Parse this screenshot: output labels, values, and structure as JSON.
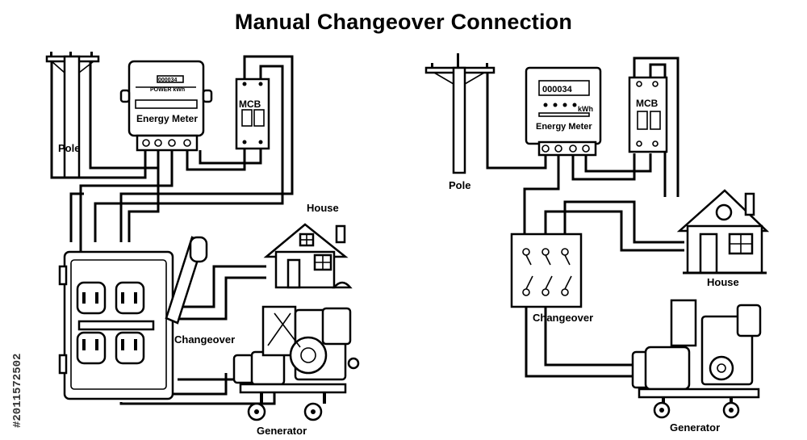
{
  "title": "Manual Changeover Connection",
  "watermark_id": "#2011572502",
  "left_diagram": {
    "pole_label": "Pole",
    "meter_label": "Energy Meter",
    "meter_reading": "000034",
    "meter_power_text": "POWER  kWh",
    "mcb_label": "MCB",
    "house_label": "House",
    "changeover_label": "Changeover",
    "generator_label": "Generator"
  },
  "right_diagram": {
    "pole_label": "Pole",
    "meter_label": "Energy Meter",
    "meter_reading": "000034",
    "meter_unit": "kWh",
    "mcb_label": "MCB",
    "house_label": "House",
    "changeover_label": "Changeover",
    "generator_label": "Generator"
  }
}
